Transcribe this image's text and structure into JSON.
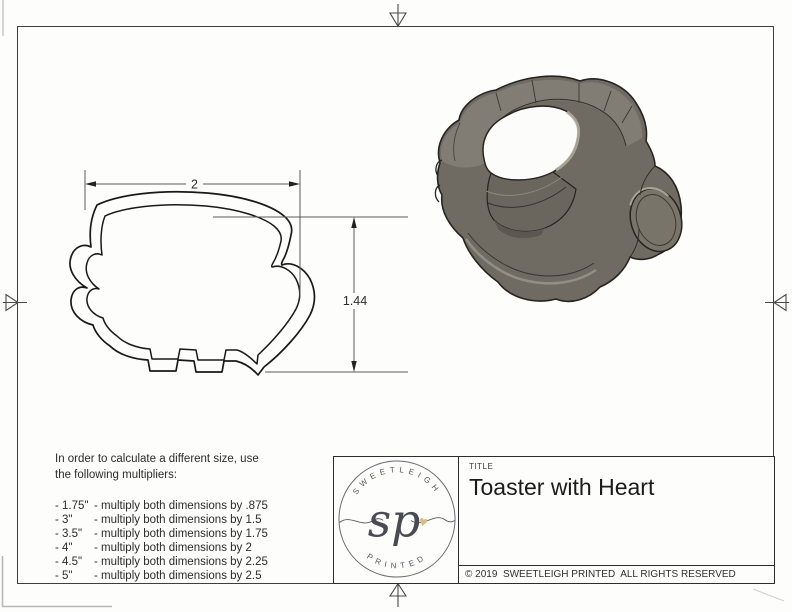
{
  "sheet": {
    "background": "#fdfdfc",
    "border_color": "#3f3f3f"
  },
  "drawing": {
    "width_dim": "2",
    "height_dim": "1.44",
    "line_color": "#191919",
    "dim_color": "#555555"
  },
  "render": {
    "body_color": "#6f6b63",
    "rim_color": "#827d74",
    "hole_color": "#fcfcfb",
    "interior_color": "#6a665e",
    "interior_dark": "#5c5851",
    "cap_color": "#797469",
    "highlight_color": "#b3ae9f",
    "edge_color": "#26241f"
  },
  "instructions": {
    "intro_line1": "In order to calculate a different size, use",
    "intro_line2": "the following multipliers:",
    "rows": [
      {
        "size": "- 1.75\"",
        "rule": "- multiply both dimensions by .875"
      },
      {
        "size": "- 3\"",
        "rule": "- multiply both dimensions by 1.5"
      },
      {
        "size": "- 3.5\"",
        "rule": "- multiply both dimensions by 1.75"
      },
      {
        "size": "- 4\"",
        "rule": "- multiply both dimensions by 2"
      },
      {
        "size": "- 4.5\"",
        "rule": "- multiply both dimensions by 2.25"
      },
      {
        "size": "- 5\"",
        "rule": "- multiply both dimensions by 2.5"
      }
    ]
  },
  "title_block": {
    "label": "TITLE",
    "title": "Toaster with Heart",
    "copyright": "© 2019  SWEETLEIGH PRINTED  ALL RIGHTS RESERVED"
  },
  "logo": {
    "top_text": "SWEETLEIGH",
    "bottom_text": "PRINTED",
    "monogram": "sp",
    "heart_glyph": "♥",
    "heart_color": "#d8bc88"
  }
}
